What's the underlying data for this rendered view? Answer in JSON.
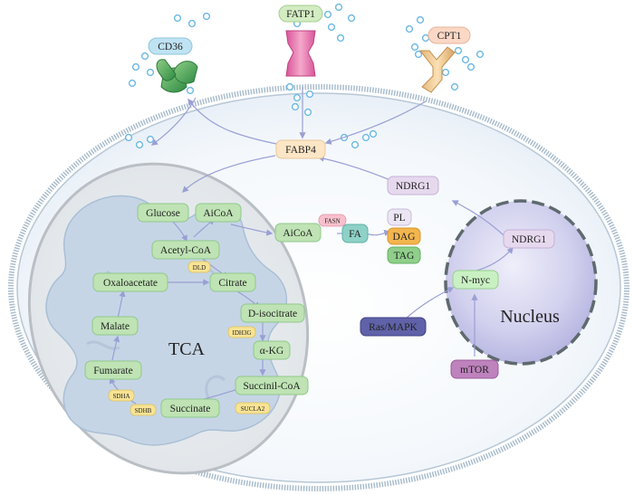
{
  "transporters": {
    "cd36": "CD36",
    "fatp1": "FATP1",
    "cpt1": "CPT1"
  },
  "cytoplasm": {
    "fabp4": "FABP4",
    "ndrg1": "NDRG1",
    "aicoa": "AiCoA",
    "fasn": "FASN",
    "fa": "FA",
    "pl": "PL",
    "dag": "DAG",
    "tag": "TAG",
    "ras_mapk": "Ras/MAPK",
    "mtor": "mTOR"
  },
  "nucleus": {
    "title": "Nucleus",
    "ndrg1": "NDRG1",
    "nmyc": "N-myc"
  },
  "mitochondrion": {
    "glucose": "Glucose",
    "aicoa": "AiCoA",
    "acetyl_coa": "Acetyl-CoA",
    "dld": "DLD",
    "oxaloacetate": "Oxaloacetate",
    "citrate": "Citrate",
    "d_isocitrate": "D-isocitrate",
    "idh3g": "IDH3G",
    "malate": "Malate",
    "tca": "TCA",
    "akg": "α-KG",
    "fumarate": "Fumarate",
    "succinil_coa": "Succinil-CoA",
    "sdha": "SDHA",
    "sdhb": "SDHB",
    "succinate": "Succinate",
    "sucla2": "SUCLA2"
  },
  "colors": {
    "green_node": "#bfe3b4",
    "fabp4": "#fde6c6",
    "ndrg1": "#e6d9ee",
    "nmyc": "#c9f0c2",
    "fasn": "#f7c0cc",
    "fa": "#8ed1c7",
    "pl": "#ece6f4",
    "dag": "#f3b54e",
    "tag": "#8fcf8a",
    "ras_mapk": "#5f62a8",
    "mtor": "#be82bd",
    "enzyme": "#f8e394",
    "cd36": "#bfe3f3",
    "fatp1": "#d3ecc2",
    "cpt1": "#fbd8c5",
    "arrow": "#9a9fd4",
    "molecule": "#6cb9e3"
  }
}
